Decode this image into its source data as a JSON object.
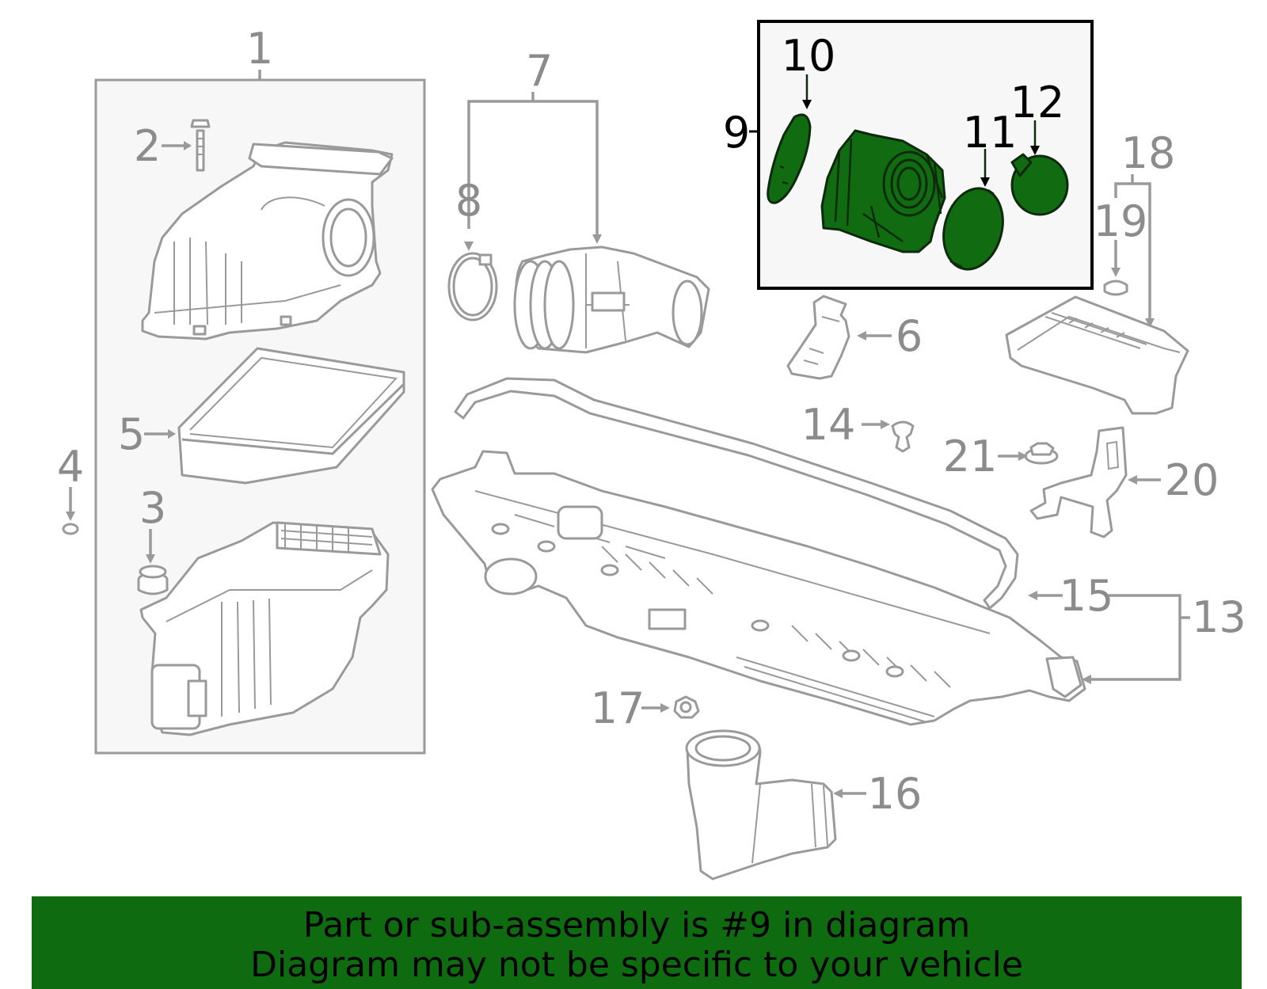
{
  "callouts": {
    "c1": "1",
    "c2": "2",
    "c3": "3",
    "c4": "4",
    "c5": "5",
    "c6": "6",
    "c7": "7",
    "c8": "8",
    "c9": "9",
    "c10": "10",
    "c11": "11",
    "c12": "12",
    "c13": "13",
    "c14": "14",
    "c15": "15",
    "c16": "16",
    "c17": "17",
    "c18": "18",
    "c19": "19",
    "c20": "20",
    "c21": "21"
  },
  "highlight": {
    "part_number": "9",
    "color": "#116b11"
  },
  "banner": {
    "line1": "Part or sub-assembly is #9 in diagram",
    "line2": "Diagram may not be specific to your vehicle",
    "background": "#0f6b0f"
  }
}
